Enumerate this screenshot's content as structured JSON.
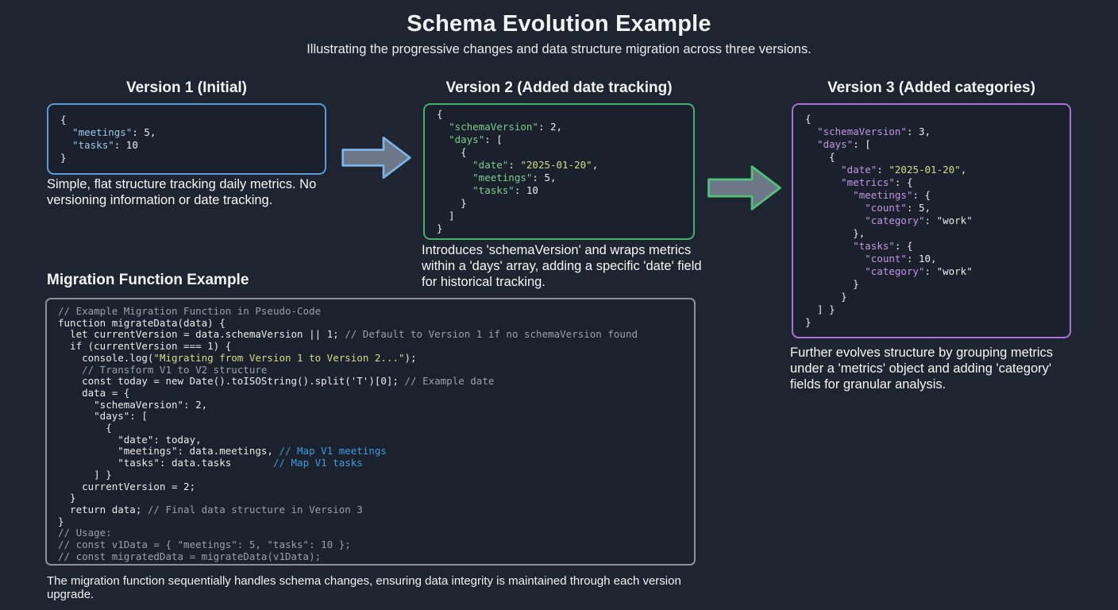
{
  "header": {
    "title": "Schema Evolution Example",
    "subtitle": "Illustrating the progressive changes and data structure migration across three versions."
  },
  "versions": [
    {
      "heading": "Version 1 (Initial)",
      "border_color": "#5b9bd5",
      "key_color": "#9cc8e8",
      "description": "Simple, flat structure tracking daily metrics. No versioning information or date tracking.",
      "code": [
        [
          [
            "p",
            "{"
          ]
        ],
        [
          [
            "p",
            "  "
          ],
          [
            "k",
            "\"meetings\""
          ],
          [
            "p",
            ": 5,"
          ]
        ],
        [
          [
            "p",
            "  "
          ],
          [
            "k",
            "\"tasks\""
          ],
          [
            "p",
            ": 10"
          ]
        ],
        [
          [
            "p",
            "}"
          ]
        ]
      ]
    },
    {
      "heading": "Version 2 (Added date tracking)",
      "border_color": "#4caf6e",
      "key_color": "#7ecb8f",
      "description": "Introduces 'schemaVersion' and wraps metrics within a 'days' array, adding a specific 'date' field for historical tracking.",
      "code": [
        [
          [
            "p",
            "{"
          ]
        ],
        [
          [
            "p",
            "  "
          ],
          [
            "k",
            "\"schemaVersion\""
          ],
          [
            "p",
            ": 2,"
          ]
        ],
        [
          [
            "p",
            "  "
          ],
          [
            "k",
            "\"days\""
          ],
          [
            "p",
            ": ["
          ]
        ],
        [
          [
            "p",
            "    {"
          ]
        ],
        [
          [
            "p",
            "      "
          ],
          [
            "k",
            "\"date\""
          ],
          [
            "p",
            ": "
          ],
          [
            "s",
            "\"2025-01-20\""
          ],
          [
            "p",
            ","
          ]
        ],
        [
          [
            "p",
            "      "
          ],
          [
            "k",
            "\"meetings\""
          ],
          [
            "p",
            ": 5,"
          ]
        ],
        [
          [
            "p",
            "      "
          ],
          [
            "k",
            "\"tasks\""
          ],
          [
            "p",
            ": 10"
          ]
        ],
        [
          [
            "p",
            "    }"
          ]
        ],
        [
          [
            "p",
            "  ]"
          ]
        ],
        [
          [
            "p",
            "}"
          ]
        ]
      ]
    },
    {
      "heading": "Version 3 (Added categories)",
      "border_color": "#a873d6",
      "key_color": "#c394e4",
      "description": "Further evolves structure by grouping metrics under a 'metrics' object and adding 'category' fields for granular analysis.",
      "code": [
        [
          [
            "p",
            "{"
          ]
        ],
        [
          [
            "p",
            "  "
          ],
          [
            "k",
            "\"schemaVersion\""
          ],
          [
            "p",
            ": 3,"
          ]
        ],
        [
          [
            "p",
            "  "
          ],
          [
            "k",
            "\"days\""
          ],
          [
            "p",
            ": ["
          ]
        ],
        [
          [
            "p",
            "    {"
          ]
        ],
        [
          [
            "p",
            "      "
          ],
          [
            "k",
            "\"date\""
          ],
          [
            "p",
            ": "
          ],
          [
            "s",
            "\"2025-01-20\""
          ],
          [
            "p",
            ","
          ]
        ],
        [
          [
            "p",
            "      "
          ],
          [
            "k",
            "\"metrics\""
          ],
          [
            "p",
            ": {"
          ]
        ],
        [
          [
            "p",
            "        "
          ],
          [
            "k",
            "\"meetings\""
          ],
          [
            "p",
            ": {"
          ]
        ],
        [
          [
            "p",
            "          "
          ],
          [
            "k",
            "\"count\""
          ],
          [
            "p",
            ": 5,"
          ]
        ],
        [
          [
            "p",
            "          "
          ],
          [
            "k",
            "\"category\""
          ],
          [
            "p",
            ": \"work\""
          ]
        ],
        [
          [
            "p",
            "        },"
          ]
        ],
        [
          [
            "p",
            "        "
          ],
          [
            "k",
            "\"tasks\""
          ],
          [
            "p",
            ": {"
          ]
        ],
        [
          [
            "p",
            "          "
          ],
          [
            "k",
            "\"count\""
          ],
          [
            "p",
            ": 10,"
          ]
        ],
        [
          [
            "p",
            "          "
          ],
          [
            "k",
            "\"category\""
          ],
          [
            "p",
            ": \"work\""
          ]
        ],
        [
          [
            "p",
            "        }"
          ]
        ],
        [
          [
            "p",
            "      }"
          ]
        ],
        [
          [
            "p",
            "  ] }"
          ]
        ],
        [
          [
            "p",
            "}"
          ]
        ]
      ]
    }
  ],
  "arrows": [
    {
      "name": "arrow-v1-to-v2",
      "outline_color": "#7db4e8",
      "fill_color": "#6e7787"
    },
    {
      "name": "arrow-v2-to-v3",
      "outline_color": "#52c27a",
      "fill_color": "#6e7787"
    }
  ],
  "migration": {
    "heading": "Migration Function Example",
    "caption": "The migration function sequentially handles schema changes, ensuring data integrity is maintained through each version upgrade.",
    "code": [
      [
        [
          "c",
          "// Example Migration Function in Pseudo-Code"
        ]
      ],
      [
        [
          "p",
          "function migrateData(data) {"
        ]
      ],
      [
        [
          "p",
          "  let currentVersion = data.schemaVersion || 1; "
        ],
        [
          "c",
          "// Default to Version 1 if no schemaVersion found"
        ]
      ],
      [
        [
          "p",
          "  if (currentVersion === 1) {"
        ]
      ],
      [
        [
          "p",
          "    console.log("
        ],
        [
          "s",
          "\"Migrating from Version 1 to Version 2...\""
        ],
        [
          "p",
          ");"
        ]
      ],
      [
        [
          "c",
          "    // Transform V1 to V2 structure"
        ]
      ],
      [
        [
          "p",
          "    const today = new Date().toISOString().split('T')[0]; "
        ],
        [
          "c",
          "// Example date"
        ]
      ],
      [
        [
          "p",
          "    data = {"
        ]
      ],
      [
        [
          "p",
          "      \"schemaVersion\": 2,"
        ]
      ],
      [
        [
          "p",
          "      \"days\": ["
        ]
      ],
      [
        [
          "p",
          "        {"
        ]
      ],
      [
        [
          "p",
          "          \"date\": today,"
        ]
      ],
      [
        [
          "p",
          "          \"meetings\": data.meetings, "
        ],
        [
          "cb",
          "// Map V1 meetings"
        ]
      ],
      [
        [
          "p",
          "          \"tasks\": data.tasks       "
        ],
        [
          "cb",
          "// Map V1 tasks"
        ]
      ],
      [
        [
          "p",
          "      ] }"
        ]
      ],
      [
        [
          "p",
          "    currentVersion = 2;"
        ]
      ],
      [
        [
          "p",
          "  }"
        ]
      ],
      [
        [
          "p",
          "  return data; "
        ],
        [
          "c",
          "// Final data structure in Version 3"
        ]
      ],
      [
        [
          "p",
          "}"
        ]
      ],
      [
        [
          "c",
          "// Usage:"
        ]
      ],
      [
        [
          "c",
          "// const v1Data = { \"meetings\": 5, \"tasks\": 10 };"
        ]
      ],
      [
        [
          "c",
          "// const migratedData = migrateData(v1Data);"
        ]
      ]
    ]
  }
}
